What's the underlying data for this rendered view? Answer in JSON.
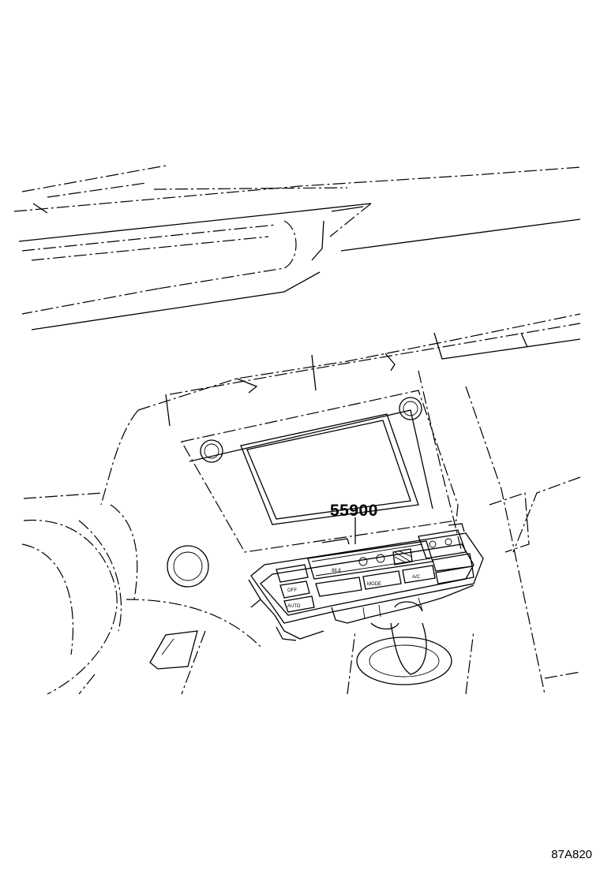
{
  "diagram": {
    "part_number": "55900",
    "figure_code": "87A820",
    "panel_labels": {
      "temp_readout": "88.8",
      "mode_button": "MODE",
      "ac_button": "A/C",
      "auto_button": "AUTO",
      "off_button": "OFF"
    }
  }
}
